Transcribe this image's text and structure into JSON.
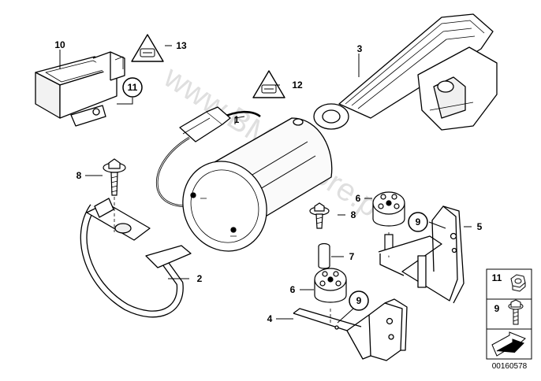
{
  "diagram": {
    "watermark": "www.BMWstore.pl",
    "doc_number": "00160578",
    "parts": {
      "p1": "1",
      "p2": "2",
      "p3": "3",
      "p4": "4",
      "p5": "5",
      "p6a": "6",
      "p6b": "6",
      "p7": "7",
      "p8a": "8",
      "p8b": "8",
      "p9a": "9",
      "p9b": "9",
      "p10": "10",
      "p11": "11",
      "p12": "12",
      "p13": "13"
    },
    "legend": {
      "item1": "11",
      "item2": "9"
    }
  }
}
